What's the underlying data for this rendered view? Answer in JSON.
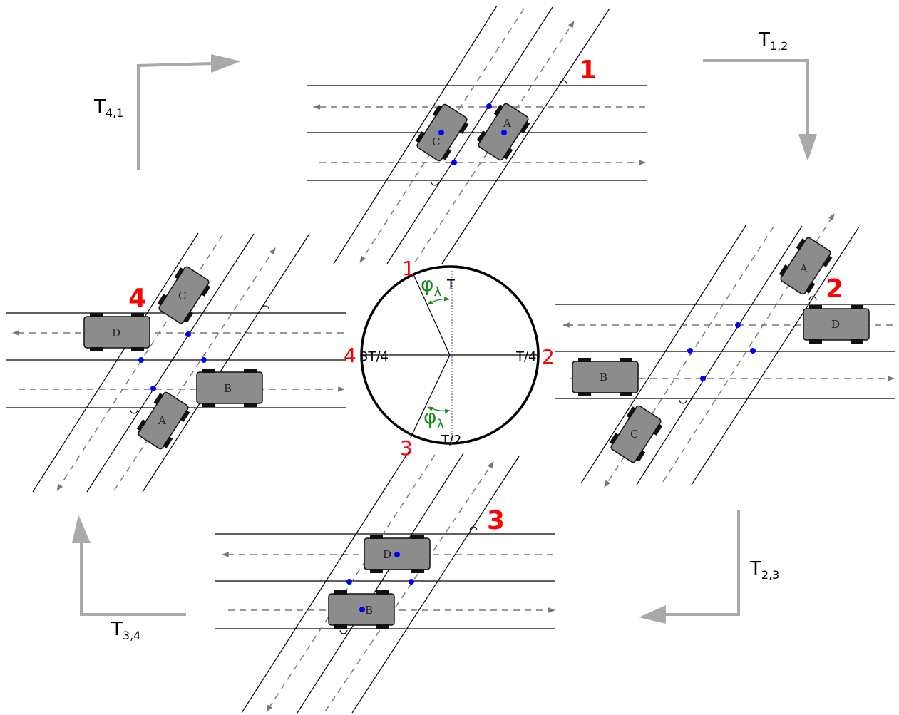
{
  "transitions": [
    {
      "base": "T",
      "sub": "1,2"
    },
    {
      "base": "T",
      "sub": "2,3"
    },
    {
      "base": "T",
      "sub": "3,4"
    },
    {
      "base": "T",
      "sub": "4,1"
    }
  ],
  "states": [
    "1",
    "2",
    "3",
    "4"
  ],
  "clock": {
    "marks": {
      "top": "T",
      "right": "T/4",
      "bottom": "T/2",
      "left": "3T/4"
    },
    "phase": {
      "base": "φ",
      "sub": "λ"
    },
    "state_labels": [
      "1",
      "2",
      "3",
      "4"
    ]
  },
  "cars": [
    "A",
    "B",
    "C",
    "D"
  ],
  "colors": {
    "state": "#ff0000",
    "phase": "#1a8a1a",
    "transition_arrow": "#a9a9a9",
    "conflict_point": "#0000ee",
    "car_body": "#8c8c8c",
    "car_wheel": "#111111"
  }
}
